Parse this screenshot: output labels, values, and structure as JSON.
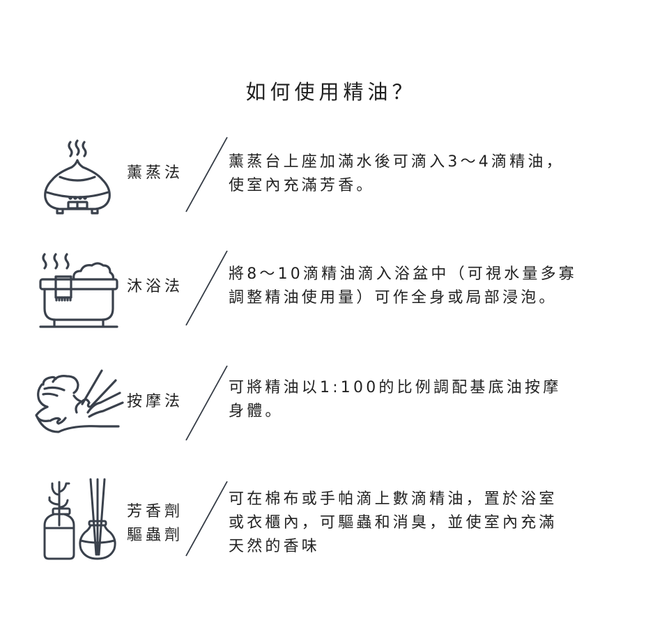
{
  "page": {
    "title": "如何使用精油？",
    "accent_color": "#3a414c"
  },
  "methods": [
    {
      "icon": "diffuser-icon",
      "label_lines": [
        "薰蒸法"
      ],
      "description_lines": [
        "薰蒸台上座加滿水後可滴入3～4滴精油，",
        "使室內充滿芳香。"
      ]
    },
    {
      "icon": "bathtub-icon",
      "label_lines": [
        "沐浴法"
      ],
      "description_lines": [
        "將8～10滴精油滴入浴盆中（可視水量多寡",
        "調整精油使用量）可作全身或局部浸泡。"
      ]
    },
    {
      "icon": "massage-icon",
      "label_lines": [
        "按摩法"
      ],
      "description_lines": [
        "可將精油以1:100的比例調配基底油按摩",
        "身體。"
      ]
    },
    {
      "icon": "reed-diffuser-icon",
      "label_lines": [
        "芳香劑",
        "驅蟲劑"
      ],
      "description_lines": [
        "可在棉布或手帕滴上數滴精油，置於浴室",
        "或衣櫃內，可驅蟲和消臭，並使室內充滿",
        "天然的香味"
      ]
    }
  ]
}
